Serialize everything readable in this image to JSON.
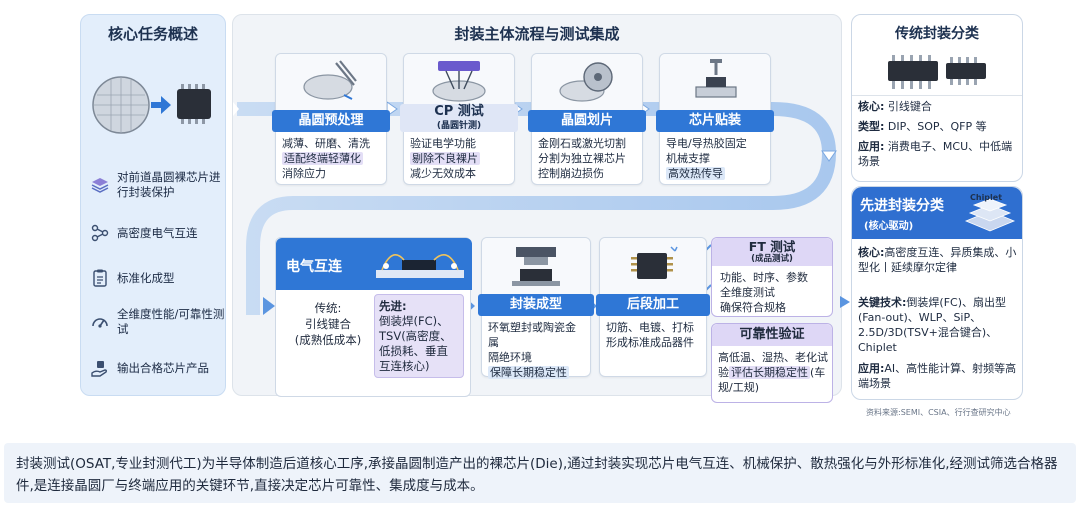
{
  "left": {
    "title": "核心任务概述",
    "items": [
      {
        "icon": "layers-icon",
        "label": "对前道晶圆裸芯片进行封装保护"
      },
      {
        "icon": "network-icon",
        "label": "高密度电气互连"
      },
      {
        "icon": "clipboard-icon",
        "label": "标准化成型"
      },
      {
        "icon": "gauge-icon",
        "label": "全维度性能/可靠性测试"
      },
      {
        "icon": "hand-chip-icon",
        "label": "输出合格芯片产品"
      }
    ]
  },
  "center": {
    "title": "封装主体流程与测试集成",
    "row1": [
      {
        "title": "晶圆预处理",
        "items": [
          "减薄、研磨、清洗",
          "适配终端轻薄化",
          "消除应力"
        ]
      },
      {
        "title": "CP 测试",
        "subtitle": "(晶圆针测)",
        "items": [
          "验证电学功能",
          "剔除不良裸片",
          "减少无效成本"
        ]
      },
      {
        "title": "晶圆划片",
        "items": [
          "金刚石或激光切割",
          "分割为独立裸芯片",
          "控制崩边损伤"
        ]
      },
      {
        "title": "芯片贴装",
        "items": [
          "导电/导热胶固定",
          "机械支撑",
          "高效热传导"
        ]
      }
    ],
    "interconnect": {
      "title": "电气互连",
      "traditional_label": "传统:",
      "traditional_text": "引线键合",
      "traditional_note": "(成熟低成本)",
      "advanced_label": "先进:",
      "advanced_text": "倒装焊(FC)、TSV(高密度、低损耗、垂直互连核心)"
    },
    "molding": {
      "title": "封装成型",
      "items": [
        "环氧塑封或陶瓷金属",
        "隔绝环境",
        "保障长期稳定性"
      ]
    },
    "post": {
      "title": "后段加工",
      "items": [
        "切筋、电镀、打标",
        "形成标准成品器件"
      ]
    },
    "ft": {
      "title": "FT 测试",
      "subtitle": "(成品测试)",
      "items": [
        "功能、时序、参数",
        "全维度测试",
        "确保符合规格"
      ]
    },
    "reliability": {
      "title": "可靠性验证",
      "text_a": "高低温、湿热、老化试验",
      "text_b": "评估长期稳定性",
      "text_c": "(车规/工规)"
    }
  },
  "traditional": {
    "title": "传统封装分类",
    "core_label": "核心:",
    "core": "引线键合",
    "type_label": "类型:",
    "type": "DIP、SOP、QFP 等",
    "app_label": "应用:",
    "app": "消费电子、MCU、中低端场景"
  },
  "advanced": {
    "title": "先进封装分类",
    "subtitle": "(核心驱动)",
    "chiplet_tag": "Chiplet",
    "core_label": "核心:",
    "core": "高密度互连、异质集成、小型化丨延续摩尔定律",
    "tech_label": "关键技术:",
    "tech": "倒装焊(FC)、扇出型(Fan-out)、WLP、SiP、2.5D/3D(TSV+混合键合)、Chiplet",
    "app_label": "应用:",
    "app": "AI、高性能计算、射频等高端场景"
  },
  "source": "资料来源:SEMI、CSIA、行行查研究中心",
  "summary": "封装测试(OSAT,专业封测代工)为半导体制造后道核心工序,承接晶圆制造产出的裸芯片(Die),通过封装实现芯片电气互连、机械保护、散热强化与外形标准化,经测试筛选合格器件,是连接晶圆厂与终端应用的关键环节,直接决定芯片可靠性、集成度与成本。",
  "colors": {
    "accent": "#2f77d6",
    "panel": "#e3eefb",
    "highlight": "#e3def6",
    "purple": "#d9d2f3"
  }
}
